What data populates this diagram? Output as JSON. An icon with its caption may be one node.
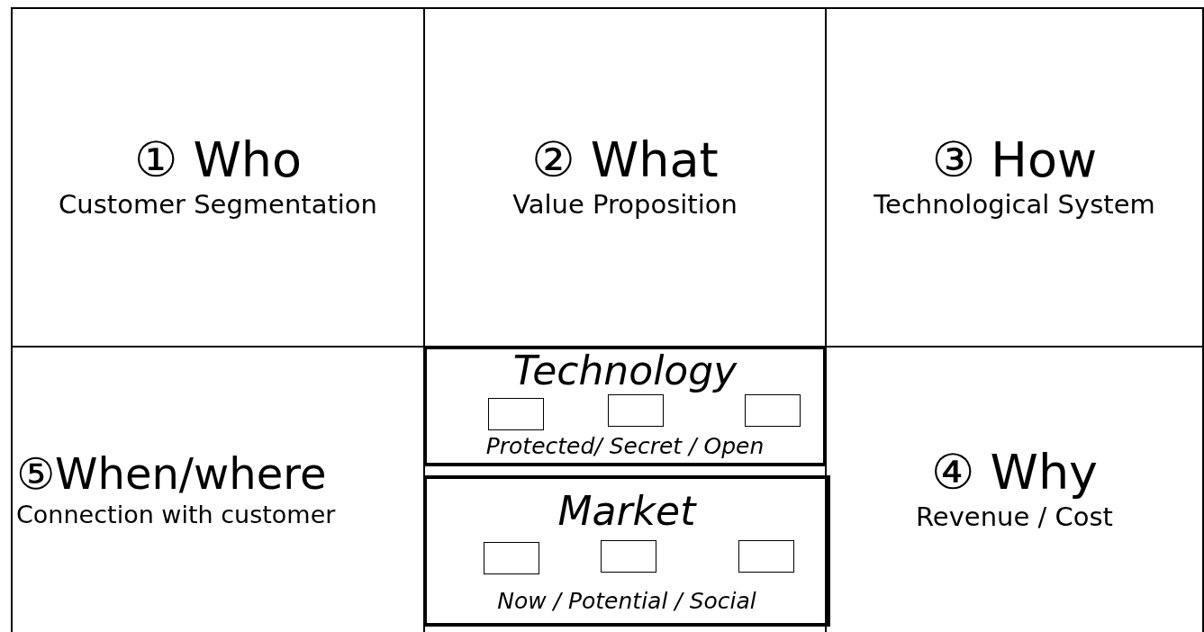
{
  "diagram": {
    "nodes": [
      {
        "text": [
          "① Who",
          "Customer Segmentation"
        ]
      },
      {
        "text": [
          "② What",
          "Value Proposition"
        ]
      },
      {
        "text": [
          "③ How",
          "Technological System"
        ]
      },
      {
        "text": [
          "⑤When/where",
          "Connection with customer"
        ]
      },
      {
        "text": [
          "Technology",
          "Protected/ Secret / Open"
        ]
      },
      {
        "text": [],
        "shape": "box",
        "in": 4
      },
      {
        "text": [],
        "shape": "box",
        "in": 4
      },
      {
        "text": [],
        "shape": "box",
        "in": 4
      },
      {
        "text": [
          "Market",
          "Now / Potential / Social"
        ]
      },
      {
        "text": [],
        "shape": "box",
        "in": 8
      },
      {
        "text": [],
        "shape": "box",
        "in": 8
      },
      {
        "text": [],
        "shape": "box",
        "in": 8
      },
      {
        "text": [
          "④ Why",
          "Revenue / Cost"
        ]
      }
    ],
    "edges": []
  }
}
